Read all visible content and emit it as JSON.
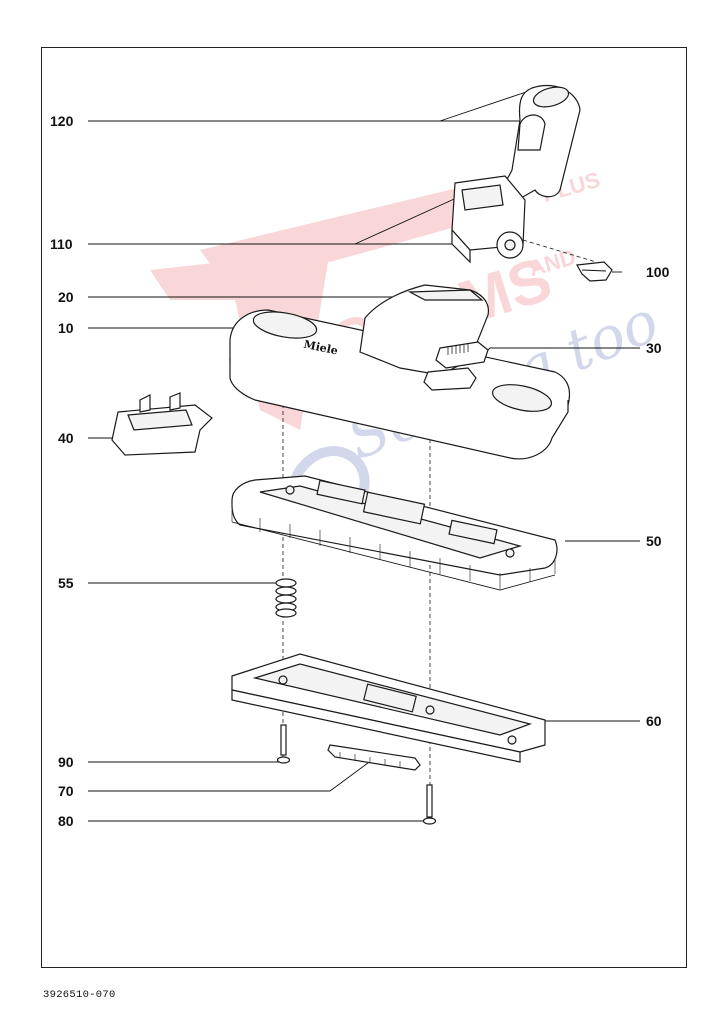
{
  "document_number": "3926510-070",
  "brand_mark": "Miele",
  "watermark": {
    "lines": [
      "VACUUMS",
      "PLUS",
      "AND",
      "Sewing too"
    ],
    "color_red": "#e8474c",
    "color_blue": "#3b4fa8"
  },
  "callouts": [
    {
      "id": "c120",
      "label": "120"
    },
    {
      "id": "c110",
      "label": "110"
    },
    {
      "id": "c100",
      "label": "100"
    },
    {
      "id": "c20",
      "label": "20"
    },
    {
      "id": "c10",
      "label": "10"
    },
    {
      "id": "c30",
      "label": "30"
    },
    {
      "id": "c40",
      "label": "40"
    },
    {
      "id": "c50",
      "label": "50"
    },
    {
      "id": "c55",
      "label": "55"
    },
    {
      "id": "c60",
      "label": "60"
    },
    {
      "id": "c90",
      "label": "90"
    },
    {
      "id": "c70",
      "label": "70"
    },
    {
      "id": "c80",
      "label": "80"
    }
  ]
}
